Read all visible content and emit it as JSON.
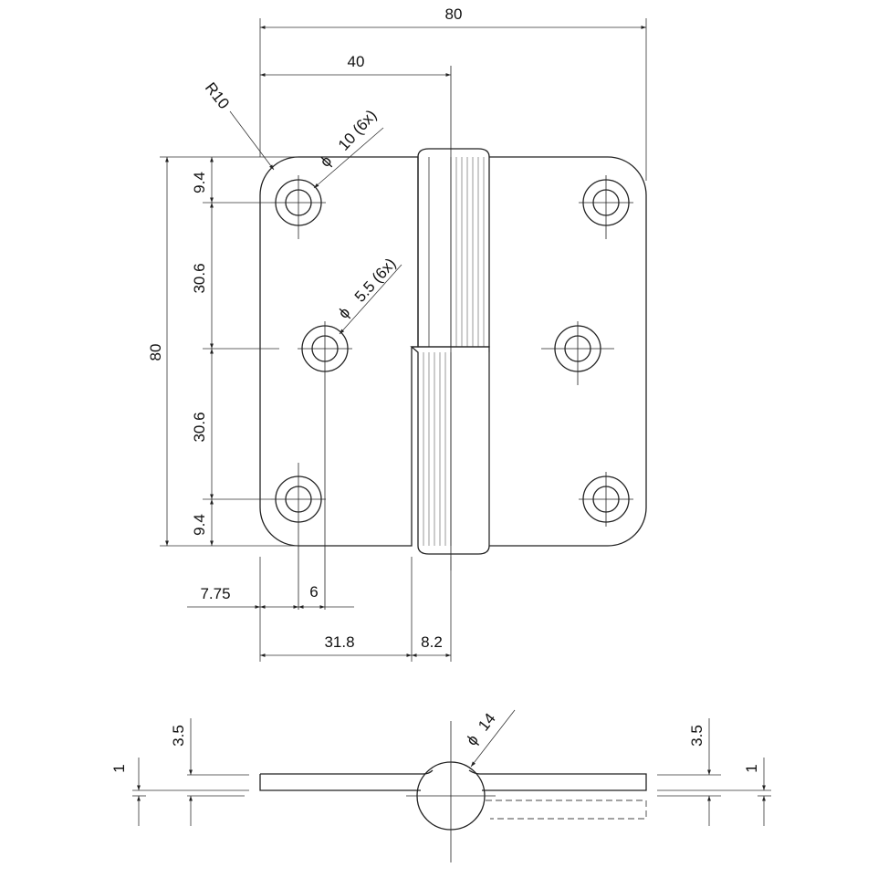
{
  "colors": {
    "line": "#222222",
    "background": "#ffffff"
  },
  "plan_view": {
    "overall_width": "80",
    "half_width": "40",
    "corner_radius": "R10",
    "large_hole_note": "10 (6x)",
    "small_hole_note": "5.5 (6x)",
    "overall_height": "80",
    "edge_to_hole_top": "9.4",
    "hole_pitch_upper": "30.6",
    "hole_pitch_lower": "30.6",
    "edge_to_hole_bottom": "9.4",
    "edge_to_hole_x": "7.75",
    "hole_offset": "6",
    "leaf_width": "31.8",
    "knuckle_half_width": "8.2",
    "diameter_symbol": "ϕ"
  },
  "side_view": {
    "pin_diameter_note": "14",
    "leaf_offset_left": "3.5",
    "leaf_thickness_left": "1",
    "leaf_offset_right": "3.5",
    "leaf_thickness_right": "1",
    "diameter_symbol": "ϕ"
  }
}
